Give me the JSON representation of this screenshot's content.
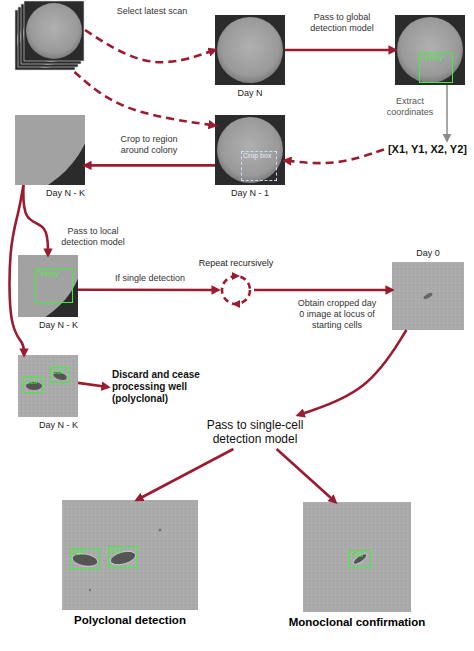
{
  "diagram": {
    "nodes": [
      {
        "text": []
      },
      {
        "text": [
          "Day N"
        ]
      },
      {
        "text": []
      },
      {
        "text": [
          "Colony"
        ],
        "in": 2
      },
      {
        "text": [
          "[X1, Y1, X2, Y2]"
        ]
      },
      {
        "text": [
          "Day N - 1"
        ]
      },
      {
        "text": [
          "Crop box"
        ],
        "in": 5
      },
      {
        "text": [
          "Day N - K"
        ]
      },
      {
        "text": [
          "Day N - K"
        ]
      },
      {
        "text": [
          "Colony"
        ],
        "in": 8
      },
      {
        "text": [
          "Repeat recursively"
        ]
      },
      {
        "text": [
          "Day 0"
        ]
      },
      {
        "text": [
          "Day N - K"
        ]
      },
      {
        "text": [
          "Cell"
        ],
        "in": 12
      },
      {
        "text": [
          "Cell"
        ],
        "in": 12
      },
      {
        "text": [
          "Discard and cease processing well (polyclonal)"
        ]
      },
      {
        "text": [
          "Pass to single-cell detection model"
        ]
      },
      {
        "text": [
          "Polyclonal detection"
        ]
      },
      {
        "text": [
          "Cell"
        ],
        "in": 17
      },
      {
        "text": [
          "Cell"
        ],
        "in": 17
      },
      {
        "text": [
          "Monoclonal confirmation"
        ]
      },
      {
        "text": [
          "Cell"
        ],
        "in": 20
      }
    ],
    "edges": [
      {
        "from": 0,
        "to": 1,
        "arrow": "to",
        "label": "Select latest scan"
      },
      {
        "from": 1,
        "to": 2,
        "arrow": "to",
        "label": "Pass to global detection model"
      },
      {
        "from": 2,
        "to": 4,
        "arrow": "to",
        "label": "Extract coordinates"
      },
      {
        "from": 0,
        "to": 5,
        "arrow": "to"
      },
      {
        "from": 4,
        "to": 5,
        "arrow": "to"
      },
      {
        "from": 5,
        "to": 7,
        "arrow": "to",
        "label": "Crop to region around colony"
      },
      {
        "from": 7,
        "to": 8,
        "arrow": "to",
        "label": "Pass to local detection model"
      },
      {
        "from": 7,
        "to": 12,
        "arrow": "to"
      },
      {
        "from": 8,
        "to": 10,
        "arrow": "to",
        "label": "If single detection"
      },
      {
        "from": 10,
        "to": 11,
        "arrow": "to",
        "label": "Obtain cropped day 0 image at locus of starting cells"
      },
      {
        "from": 12,
        "to": 15,
        "arrow": "to"
      },
      {
        "from": 11,
        "to": 16,
        "arrow": "to"
      },
      {
        "from": 16,
        "to": 17,
        "arrow": "to"
      },
      {
        "from": 16,
        "to": 20,
        "arrow": "to"
      }
    ]
  }
}
